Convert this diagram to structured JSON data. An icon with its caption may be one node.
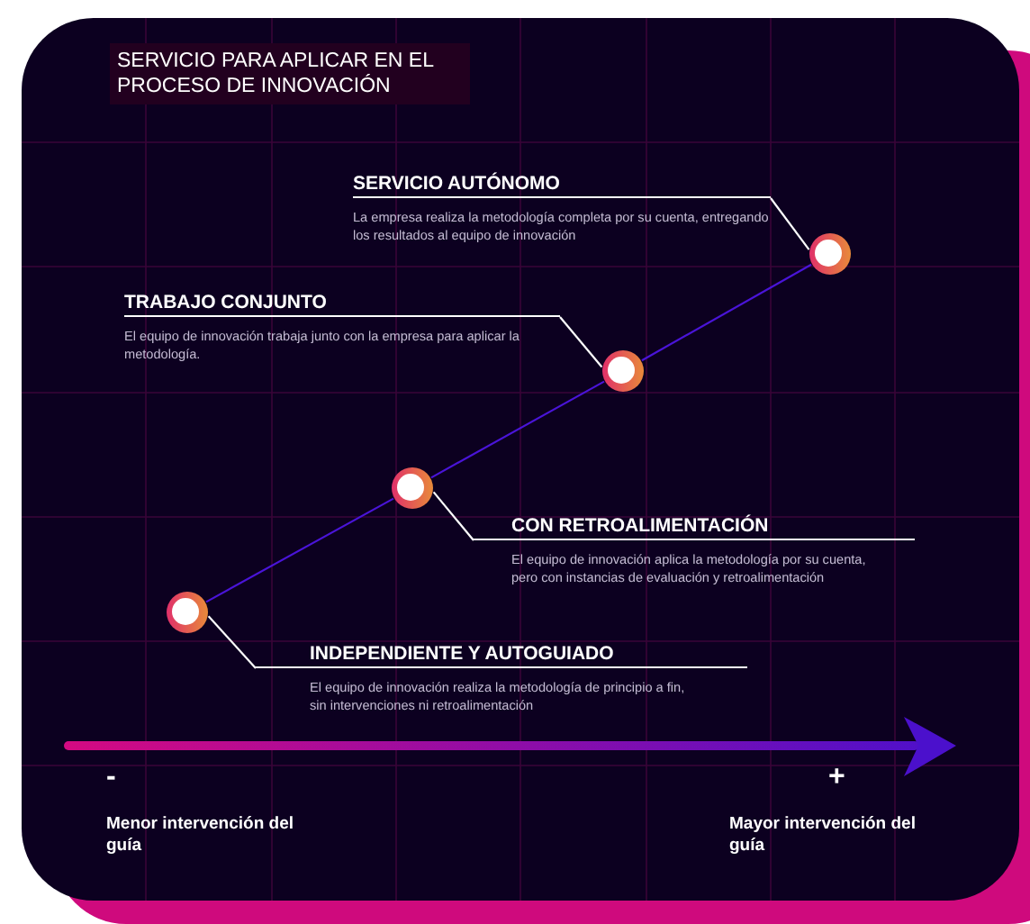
{
  "diagram": {
    "title": "SERVICIO PARA APLICAR EN EL PROCESO DE INNOVACIÓN",
    "nodes": [
      {
        "text": [
          "SERVICIO AUTÓNOMO",
          "La empresa realiza la metodología completa por su cuenta, entregando los resultados al equipo de innovación"
        ]
      },
      {
        "text": [],
        "shape": "circle"
      },
      {
        "text": [
          "TRABAJO CONJUNTO",
          "El equipo de innovación trabaja junto con la empresa para aplicar la metodología."
        ]
      },
      {
        "text": [],
        "shape": "circle"
      },
      {
        "text": [],
        "shape": "circle"
      },
      {
        "text": [
          "CON RETROALIMENTACIÓN",
          "El equipo de innovación aplica la metodología por su cuenta, pero con instancias de evaluación y retroalimentación"
        ]
      },
      {
        "text": [],
        "shape": "circle"
      },
      {
        "text": [
          "INDEPENDIENTE Y AUTOGUIADO",
          "El equipo de innovación realiza la metodología de principio a fin, sin intervenciones ni retroalimentación"
        ]
      }
    ],
    "edges": [
      {
        "from": 0,
        "to": 1,
        "arrow": "none"
      },
      {
        "from": 2,
        "to": 3,
        "arrow": "none"
      },
      {
        "from": 4,
        "to": 5,
        "arrow": "none"
      },
      {
        "from": 6,
        "to": 7,
        "arrow": "none"
      },
      {
        "from": 6,
        "to": 4,
        "arrow": "none",
        "color": "#4a14d8"
      },
      {
        "from": 4,
        "to": 3,
        "arrow": "none",
        "color": "#4a14d8"
      },
      {
        "from": 3,
        "to": 1,
        "arrow": "none",
        "color": "#4a14d8"
      }
    ],
    "labels": [
      "-",
      "Menor intervención del guía",
      "+",
      "Mayor intervención del guía"
    ]
  }
}
